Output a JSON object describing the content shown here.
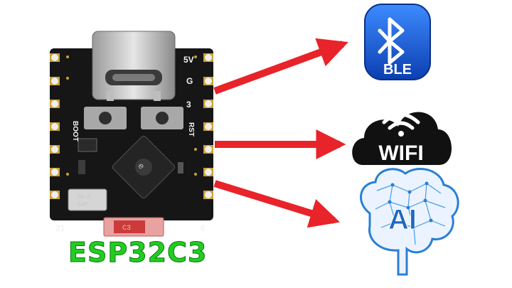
{
  "board": {
    "name": "ESP32C3",
    "pin_labels": {
      "v5": "5V",
      "gnd": "G",
      "pin3": "3",
      "rst": "RST",
      "boot": "BOOT",
      "pin21": "21",
      "pin0": "0"
    },
    "crystal_label": "40.0\nSAM",
    "antenna_label": "C3"
  },
  "features": [
    {
      "label": "BLE",
      "icon": "bluetooth-icon",
      "color": "#1d5fd6"
    },
    {
      "label": "WIFI",
      "icon": "wifi-cloud-icon",
      "color": "#111111"
    },
    {
      "label": "AI",
      "icon": "brain-icon",
      "color": "#2a7fd4"
    }
  ],
  "colors": {
    "arrow": "#e8232a",
    "board": "#161616",
    "pad": "#c9a23a",
    "name": "#22cc22"
  }
}
